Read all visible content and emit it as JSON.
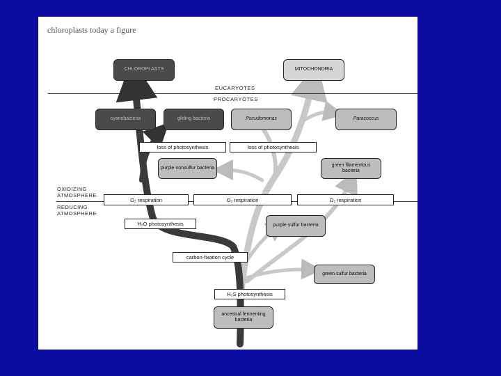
{
  "caption": "chloroplasts today a figure",
  "realms": {
    "eucaryotes": "EUCARYOTES",
    "procaryotes": "PROCARYOTES"
  },
  "atmosphere": {
    "oxidizing": "OXIDIZING ATMOSPHERE",
    "reducing": "REDUCING ATMOSPHERE"
  },
  "organisms": {
    "chloroplasts": "CHLOROPLASTS",
    "mitochondria": "MITOCHONDRIA",
    "cyanobacteria": "cyanobacteria",
    "gliding_bacteria": "gliding bacteria",
    "pseudomonas": "Pseudomonas",
    "paracoccus": "Paracoccus",
    "purple_nonsulfur": "purple nonsulfur bacteria",
    "green_filamentous": "green filamentous bacteria",
    "purple_sulfur": "purple sulfur bacteria",
    "green_sulfur": "green sulfur bacteria",
    "ancestral": "ancestral fermenting bacteria"
  },
  "events": {
    "loss_photo_1": "loss of photosynthesis",
    "loss_photo_2": "loss of photosynthesis",
    "o2_resp_1": "O₂ respiration",
    "o2_resp_2": "O₂ respiration",
    "o2_resp_3": "O₂ respiration",
    "h2o_photo": "H₂O photosynthesis",
    "carbon_fixation": "carbon-fixation cycle",
    "h2s_photo": "H₂S photosynthesis"
  },
  "colors": {
    "slide_background": "#0c0ca0",
    "dark_branch": "#3a3a3a",
    "light_branch": "#d2d2d2"
  }
}
